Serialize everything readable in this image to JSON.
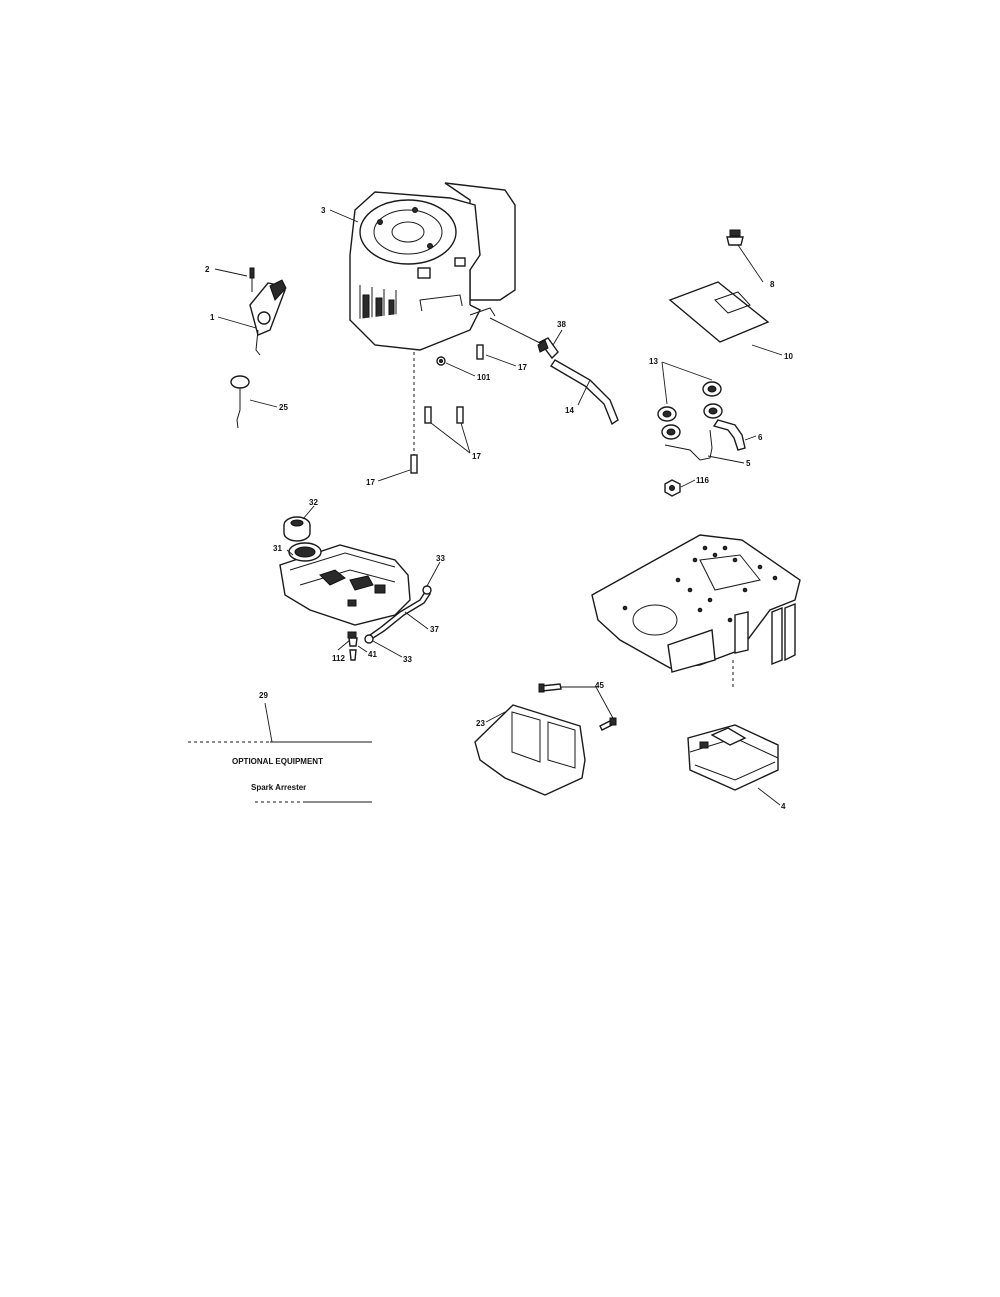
{
  "callouts": {
    "c1": "1",
    "c2": "2",
    "c3": "3",
    "c4": "4",
    "c5": "5",
    "c6": "6",
    "c8": "8",
    "c10": "10",
    "c13": "13",
    "c14": "14",
    "c17a": "17",
    "c17b": "17",
    "c17c": "17",
    "c23": "23",
    "c25": "25",
    "c29": "29",
    "c31": "31",
    "c32": "32",
    "c33a": "33",
    "c33b": "33",
    "c37": "37",
    "c38": "38",
    "c41": "41",
    "c45": "45",
    "c101": "101",
    "c112": "112",
    "c116": "116"
  },
  "optional": {
    "heading": "OPTIONAL EQUIPMENT",
    "item": "Spark Arrester"
  }
}
